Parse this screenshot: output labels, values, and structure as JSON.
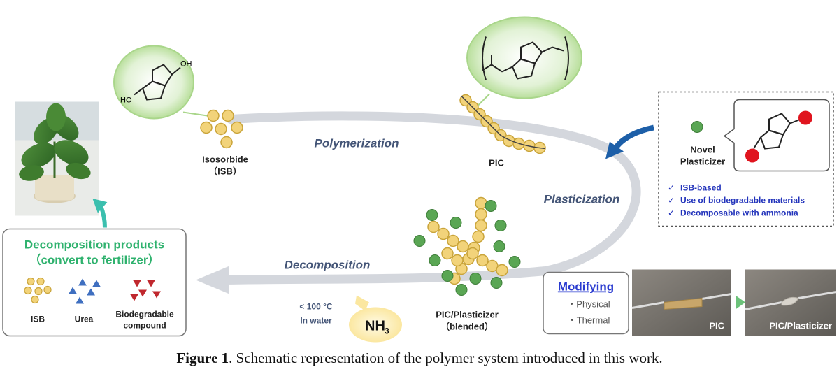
{
  "labels": {
    "isosorbide": "Isosorbide",
    "isb_abbrev": "（ISB）",
    "polymerization": "Polymerization",
    "pic": "PIC",
    "plasticization": "Plasticization",
    "decomposition": "Decomposition",
    "pic_plasticizer": "PIC/Plasticizer",
    "blended": "（blended）",
    "condition_temp": "< 100 °C",
    "condition_medium": "In water",
    "nh3": "NH",
    "nh3_sub": "3",
    "ho_top": "OH",
    "ho_left": "HO"
  },
  "plasticizer_box": {
    "title_line1": "Novel",
    "title_line2": "Plasticizer",
    "features": [
      "ISB-based",
      "Use of biodegradable materials",
      "Decomposable with ammonia"
    ],
    "check": "✓"
  },
  "products_box": {
    "title_line1": "Decomposition products",
    "title_line2": "（convert to fertilizer）",
    "items": [
      {
        "label": "ISB"
      },
      {
        "label": "Urea"
      },
      {
        "label_line1": "Biodegradable",
        "label_line2": "compound"
      }
    ]
  },
  "modifying_box": {
    "title": "Modifying",
    "items": [
      "・Physical",
      "・Thermal"
    ]
  },
  "photo_labels": {
    "left": "PIC",
    "right": "PIC/Plasticizer"
  },
  "caption": {
    "prefix": "Figure 1",
    "text": ". Schematic representation of the polymer system introduced in this work."
  },
  "colors": {
    "isb_bead": "#f2d37a",
    "bead_outline": "#c9a43a",
    "green_bead": "#5aa654",
    "red_atom": "#e0141e",
    "cycle_arrow": "#d4d7dd",
    "process_label": "#445577",
    "product_title": "#2fb26e",
    "feature_text": "#2233bb",
    "modifying_title": "#2a3bd0",
    "urea": "#3f6fc0",
    "biodegradable": "#c0282e",
    "teal_arrow": "#3bbfae",
    "blue_arrow": "#1d5fa8"
  }
}
